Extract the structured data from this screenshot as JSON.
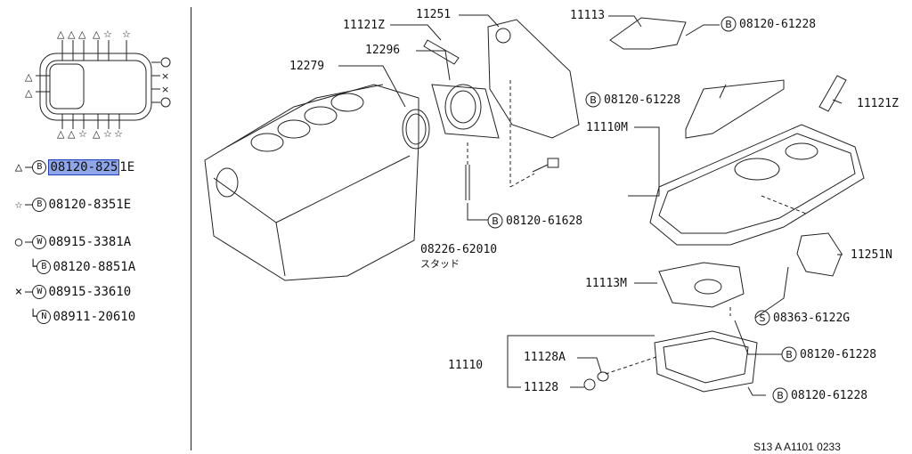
{
  "legend": {
    "rows": [
      {
        "symbol": "△",
        "circle": "B",
        "part": "08120-8251E"
      },
      {
        "symbol": "☆",
        "circle": "B",
        "part": "08120-8351E"
      },
      {
        "symbol": "○",
        "circle": "W",
        "part": "08915-3381A"
      },
      {
        "symbol": "",
        "circle": "B",
        "part": "08120-8851A"
      },
      {
        "symbol": "×",
        "circle": "W",
        "part": "08915-33610"
      },
      {
        "symbol": "",
        "circle": "N",
        "part": "08911-20610"
      }
    ],
    "highlight_part": "08120-825",
    "highlight_rest": "1E"
  },
  "labels": {
    "p11121z_top": "11121Z",
    "p11251": "11251",
    "p12296": "12296",
    "p12279": "12279",
    "p11113": "11113",
    "b08120_61228_a": "08120-61228",
    "b08120_61228_b": "08120-61228",
    "p11110m": "11110M",
    "p11121z_right": "11121Z",
    "b08120_61628": "08120-61628",
    "p08226_62010": "08226-62010",
    "stud": "スタッド",
    "p11251n": "11251N",
    "p11113m": "11113M",
    "s08363_6122g": "08363-6122G",
    "b08120_61228_c": "08120-61228",
    "p11110": "11110",
    "p11128a": "11128A",
    "p11128": "11128",
    "b08120_61228_d": "08120-61228"
  },
  "circle_letters": {
    "b": "B",
    "s": "S"
  },
  "reference": "S13 A  A1101 0233"
}
